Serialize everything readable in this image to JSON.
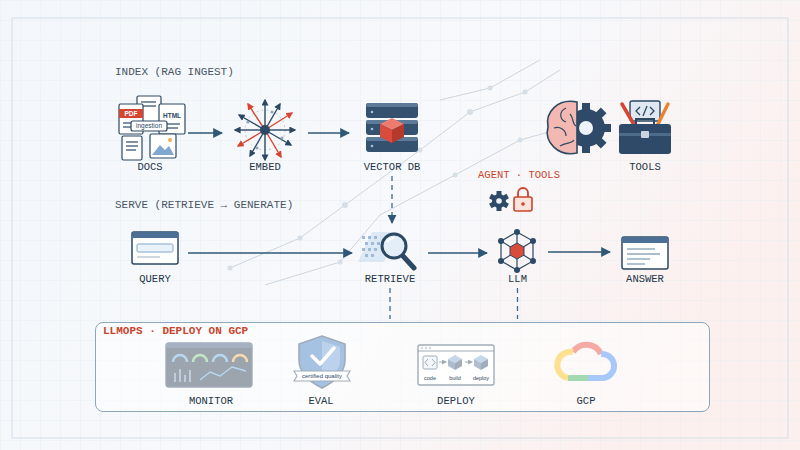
{
  "diagram": {
    "nodes": [
      {
        "text": [
          "DOCS"
        ]
      },
      {
        "text": [
          "EMBED"
        ]
      },
      {
        "text": [
          "VECTOR DB"
        ]
      },
      {
        "text": [
          "TOOLS"
        ]
      },
      {
        "text": [
          "QUERY"
        ]
      },
      {
        "text": [
          "RETRIEVE"
        ]
      },
      {
        "text": [
          "LLM"
        ]
      },
      {
        "text": [
          "ANSWER"
        ]
      },
      {
        "text": [
          "LLMOPS · DEPLOY ON GCP"
        ]
      },
      {
        "text": [
          "MONITOR"
        ],
        "in": 8
      },
      {
        "text": [
          "EVAL"
        ],
        "in": 8
      },
      {
        "text": [
          "DEPLOY"
        ],
        "in": 8
      },
      {
        "text": [
          "GCP"
        ],
        "in": 8
      }
    ],
    "edges": [
      {
        "from": 0,
        "to": 1,
        "arrow": "to"
      },
      {
        "from": 1,
        "to": 2,
        "arrow": "to"
      },
      {
        "from": 2,
        "to": 5,
        "arrow": "to"
      },
      {
        "from": 4,
        "to": 5,
        "arrow": "to"
      },
      {
        "from": 5,
        "to": 6,
        "arrow": "to"
      },
      {
        "from": 6,
        "to": 7,
        "arrow": "to"
      },
      {
        "from": 5,
        "to": 8,
        "arrow": "none"
      },
      {
        "from": 6,
        "to": 8,
        "arrow": "none"
      }
    ],
    "labels": [
      "INDEX (RAG INGEST)",
      "SERVE (RETRIEVE → GENERATE)",
      "AGENT · TOOLS",
      "PDF",
      "HTML",
      "ingestion",
      "certified quality",
      "code",
      "build",
      "deploy"
    ]
  }
}
